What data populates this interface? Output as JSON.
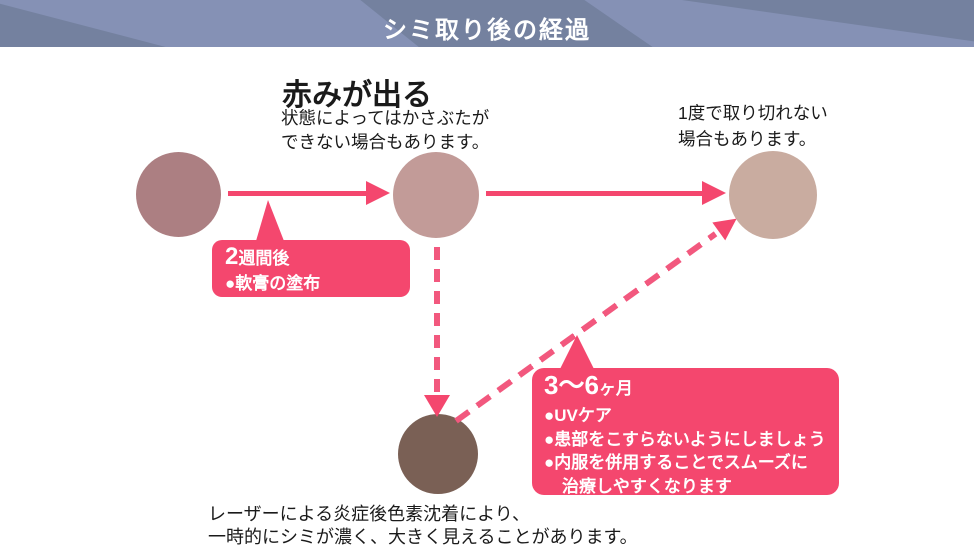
{
  "banner": {
    "title": "シミ取り後の経過",
    "bg_light": "#8591B5",
    "bg_dark": "#74819F",
    "text_color": "#FFFFFF"
  },
  "colors": {
    "accent_pink": "#F4476E",
    "accent_pink_dash": "#F2587E"
  },
  "stage_redness": {
    "title": "赤みが出る",
    "note_line1": "状態によってはかさぶたが",
    "note_line2": "できない場合もあります。"
  },
  "stage_residual": {
    "note_line1": "1度で取り切れない",
    "note_line2": "場合もあります。"
  },
  "circles": [
    {
      "name": "spot-initial",
      "color": "#AC7F82"
    },
    {
      "name": "spot-redness",
      "color": "#C29B98"
    },
    {
      "name": "spot-residual",
      "color": "#C9ACA0"
    },
    {
      "name": "spot-pigmentation",
      "color": "#7A6055"
    }
  ],
  "callout_2weeks": {
    "period_big": "2",
    "period_unit": "週間後",
    "item": "●軟膏の塗布"
  },
  "callout_3to6": {
    "period_big": "3〜6",
    "period_unit": "ヶ月",
    "items": [
      "●UVケア",
      "●患部をこすらないようにしましょう",
      "●内服を併用することでスムーズに",
      "治療しやすくなります"
    ]
  },
  "footer_note": {
    "line1": "レーザーによる炎症後色素沈着により、",
    "line2": "一時的にシミが濃く、大きく見えることがあります。"
  }
}
